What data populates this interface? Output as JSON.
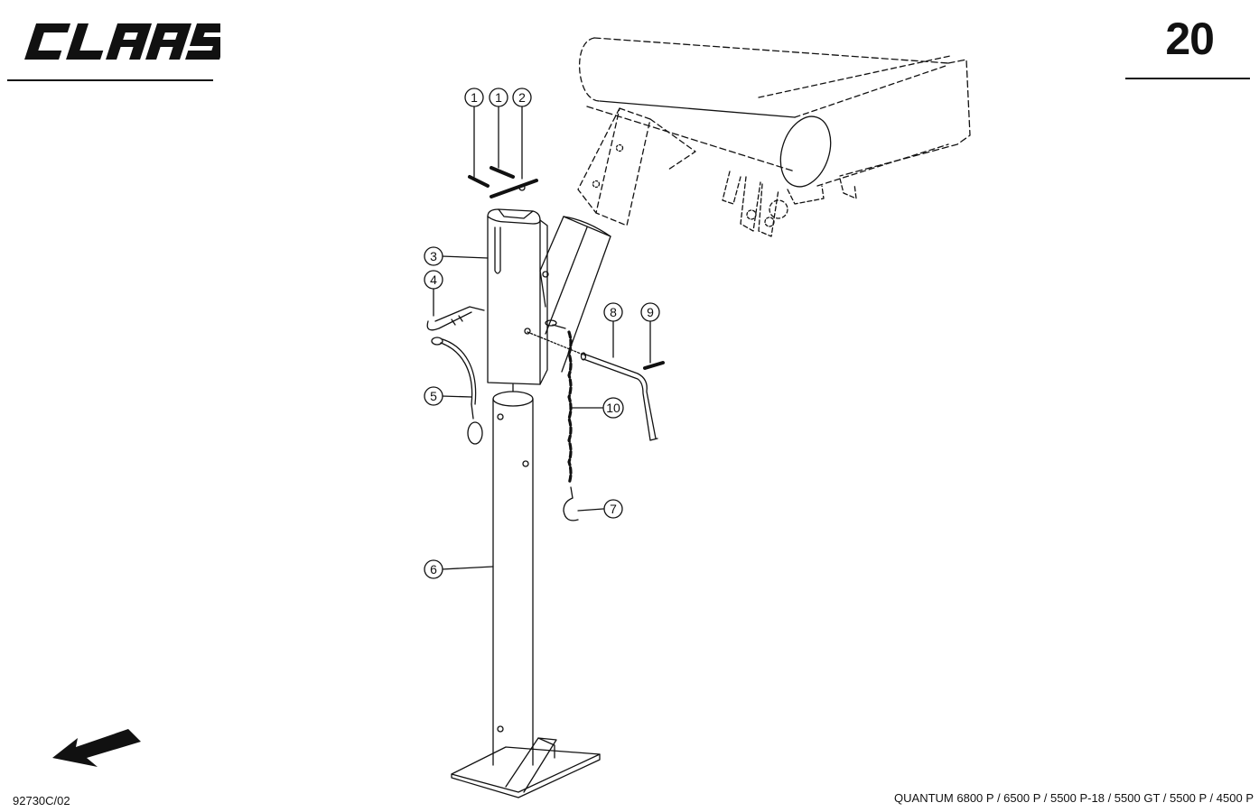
{
  "header": {
    "brand_logo": "CLAAS",
    "page_number": "20"
  },
  "footer": {
    "drawing_code": "92730C/02",
    "models": "QUANTUM 6800 P / 6500 P / 5500 P-18 / 5500 GT / 5500 P / 4500 P"
  },
  "icons": {
    "direction_arrow": "arrow-down-left-icon"
  },
  "diagram": {
    "callouts": [
      {
        "id": "c1a",
        "label": "1"
      },
      {
        "id": "c1b",
        "label": "1"
      },
      {
        "id": "c2",
        "label": "2"
      },
      {
        "id": "c3",
        "label": "3"
      },
      {
        "id": "c4",
        "label": "4"
      },
      {
        "id": "c5",
        "label": "5"
      },
      {
        "id": "c6",
        "label": "6"
      },
      {
        "id": "c7",
        "label": "7"
      },
      {
        "id": "c8",
        "label": "8"
      },
      {
        "id": "c9",
        "label": "9"
      },
      {
        "id": "c10",
        "label": "10"
      }
    ]
  }
}
